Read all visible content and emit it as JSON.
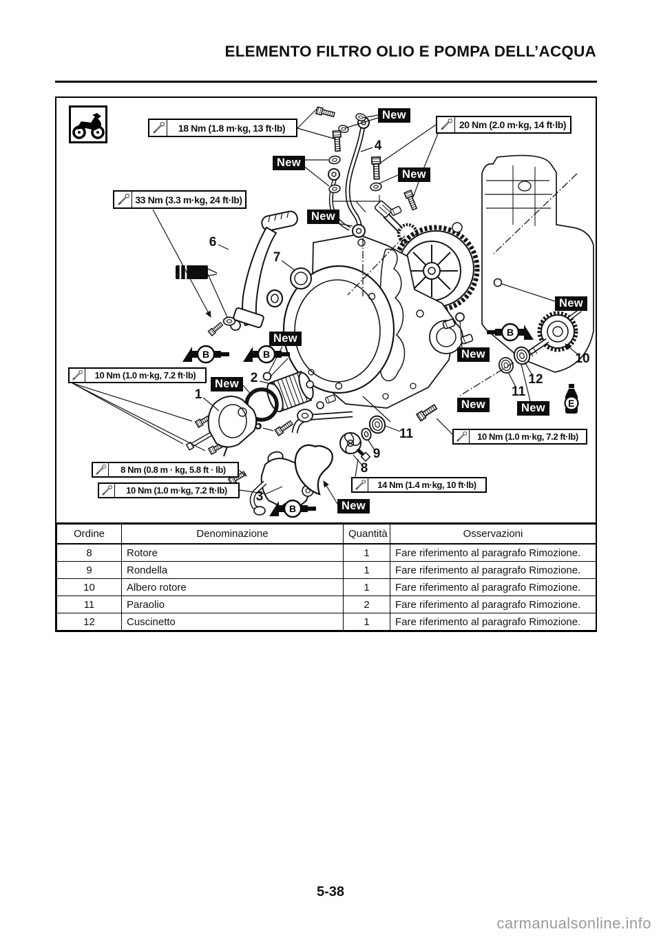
{
  "page": {
    "title": "ELEMENTO FILTRO OLIO E POMPA DELL’ACQUA",
    "page_number": "5-38",
    "watermark": "carmanualsonline.info"
  },
  "figure": {
    "new_label": "New",
    "torque_labels": [
      {
        "id": "18nm",
        "text": "18 Nm (1.8 m·kg, 13 ft·lb)"
      },
      {
        "id": "20nm",
        "text": "20 Nm (2.0 m·kg, 14 ft·lb)"
      },
      {
        "id": "33nm",
        "text": "33 Nm (3.3 m·kg, 24 ft·lb)"
      },
      {
        "id": "10nm-left",
        "text": "10 Nm (1.0 m·kg, 7.2 ft·lb)"
      },
      {
        "id": "8nm",
        "text": "8 Nm (0.8 m · kg, 5.8 ft · lb)"
      },
      {
        "id": "10nm-bottom",
        "text": "10 Nm (1.0 m·kg, 7.2 ft·lb)"
      },
      {
        "id": "14nm",
        "text": "14 Nm (1.4 m·kg, 10 ft·lb)"
      },
      {
        "id": "10nm-right",
        "text": "10 Nm (1.0 m·kg, 7.2 ft·lb)"
      }
    ],
    "part_callouts": [
      "1",
      "2",
      "3",
      "4",
      "5",
      "6",
      "7",
      "8",
      "9",
      "10",
      "11",
      "12"
    ],
    "symbols": {
      "grease": "B",
      "oil": "E"
    }
  },
  "table": {
    "headers": [
      "Ordine",
      "Denominazione",
      "Quantità",
      "Osservazioni"
    ],
    "rows": [
      [
        "8",
        "Rotore",
        "1",
        "Fare riferimento al paragrafo Rimozione."
      ],
      [
        "9",
        "Rondella",
        "1",
        "Fare riferimento al paragrafo Rimozione."
      ],
      [
        "10",
        "Albero rotore",
        "1",
        "Fare riferimento al paragrafo Rimozione."
      ],
      [
        "11",
        "Paraolio",
        "2",
        "Fare riferimento al paragrafo Rimozione."
      ],
      [
        "12",
        "Cuscinetto",
        "1",
        "Fare riferimento al paragrafo Rimozione."
      ]
    ]
  }
}
